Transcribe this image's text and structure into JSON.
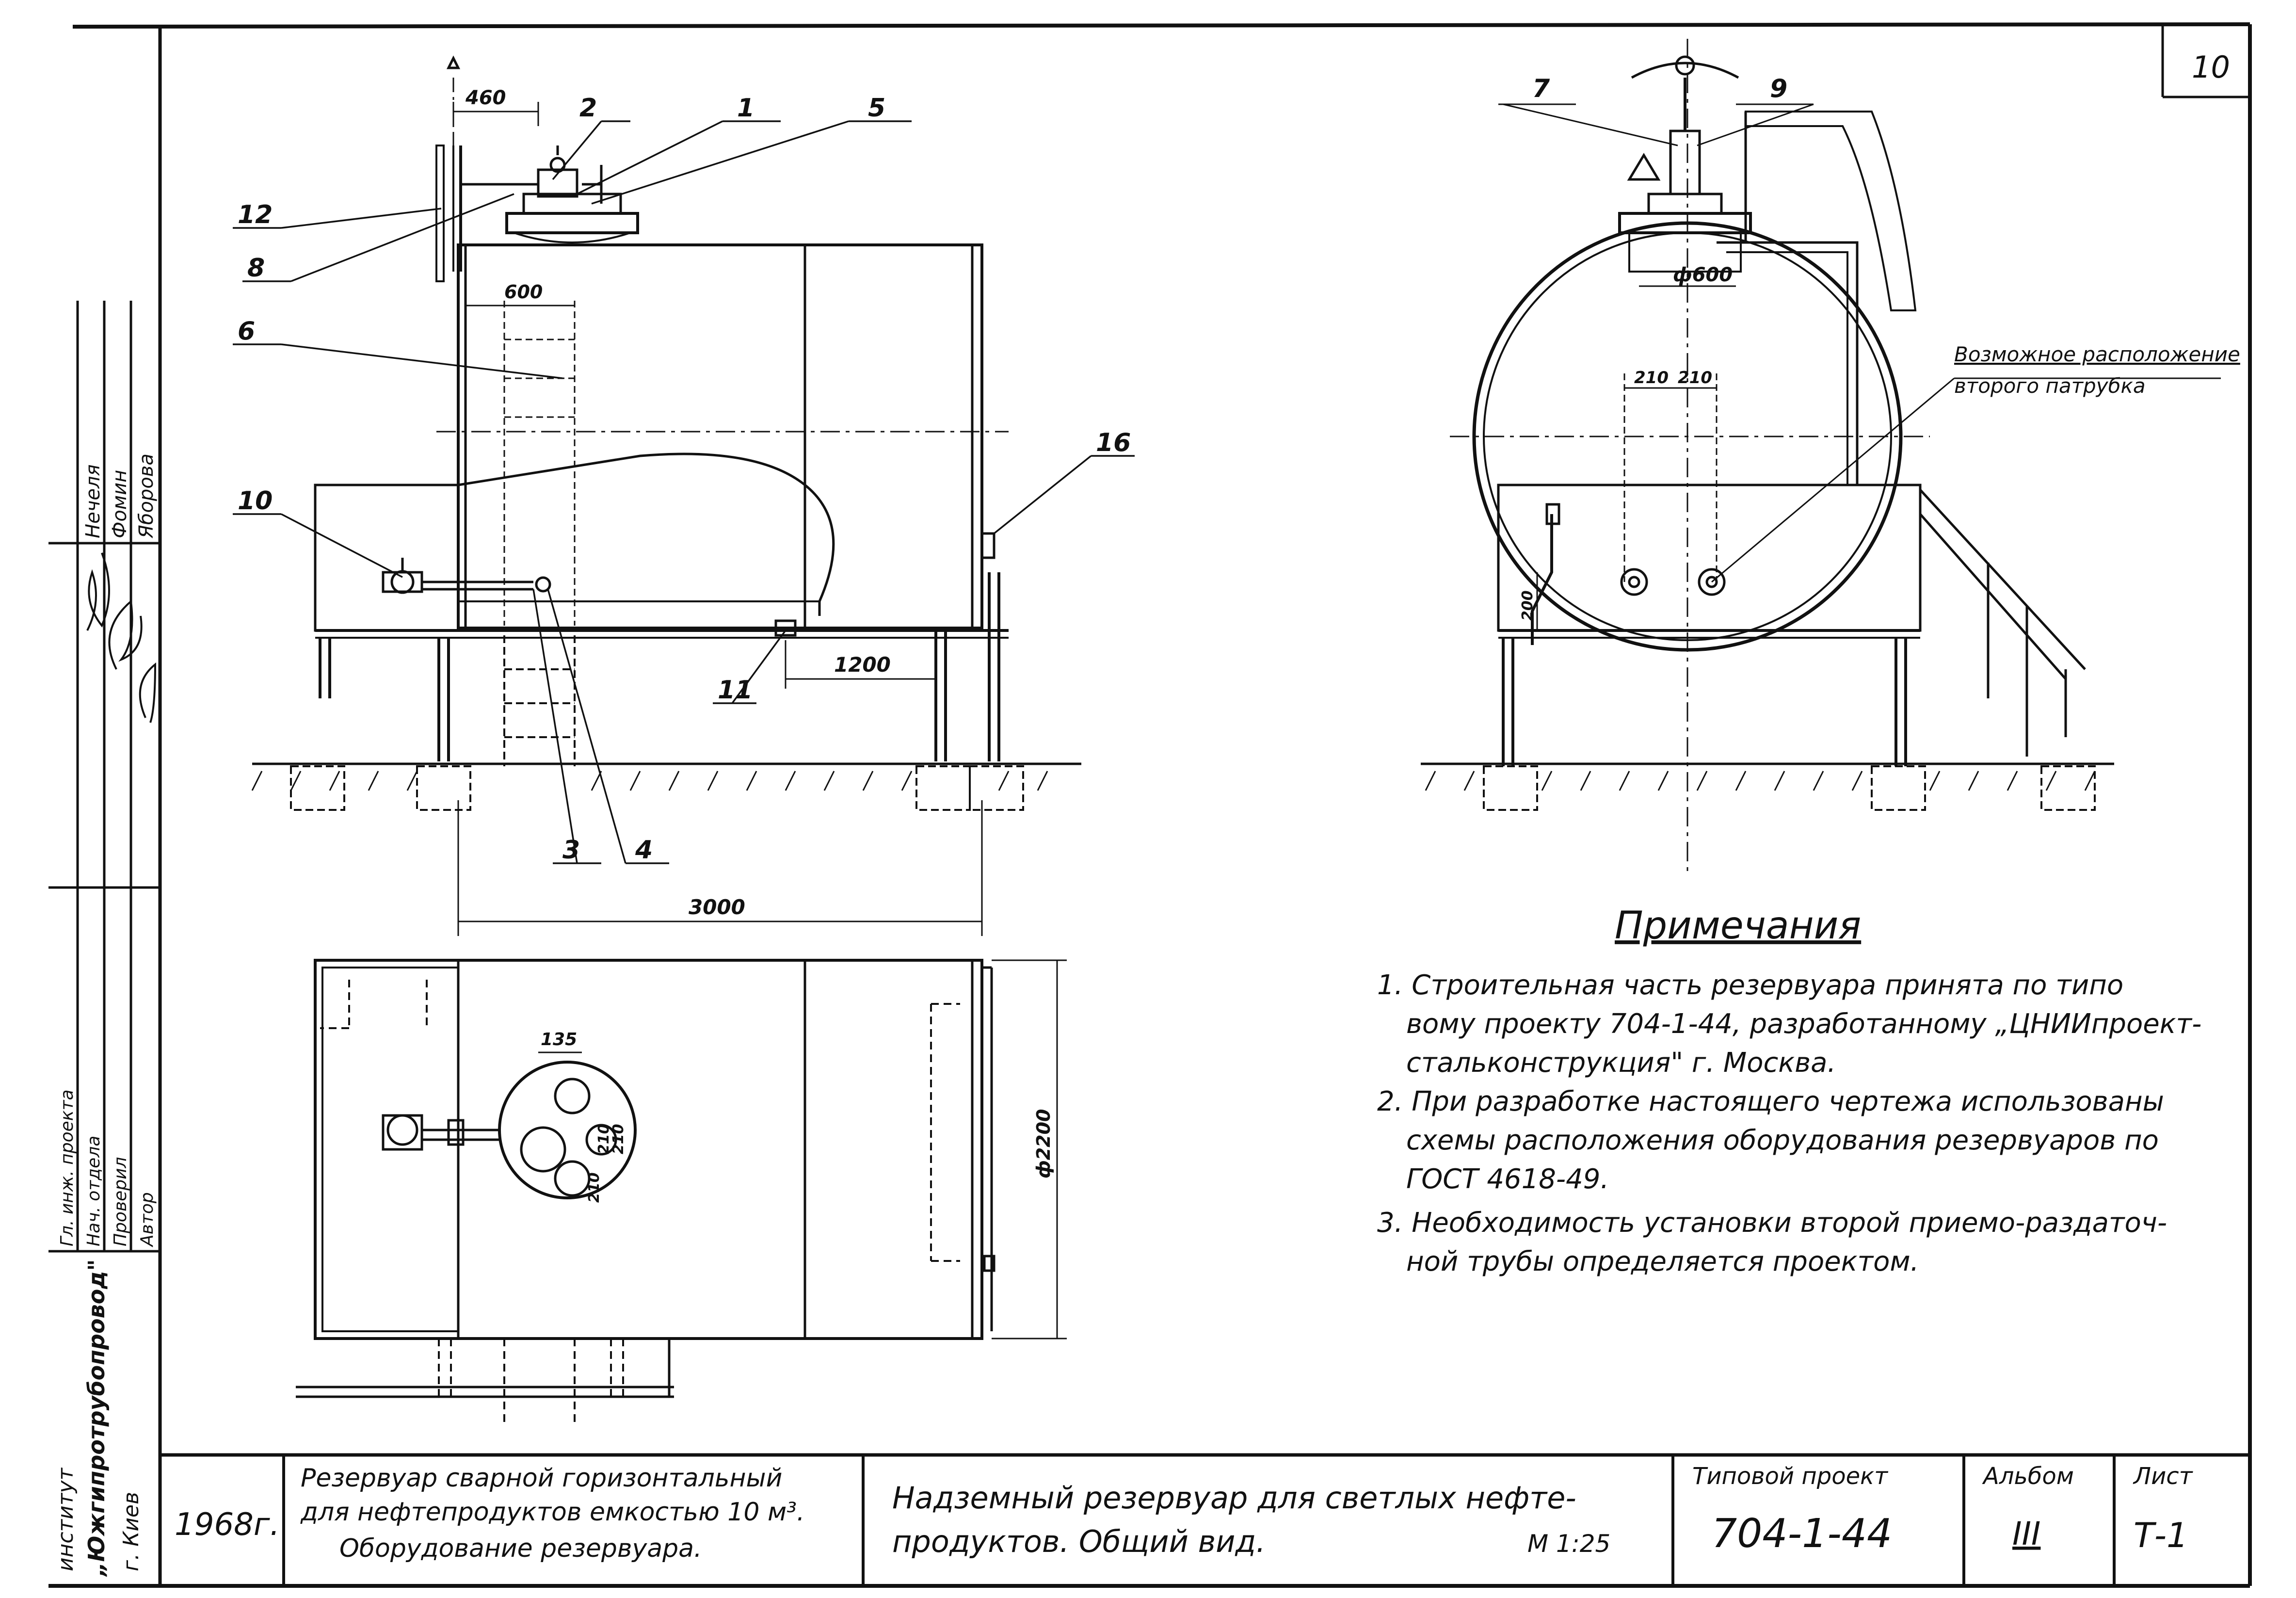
{
  "sheet": {
    "number": "10",
    "scale": "М 1:25"
  },
  "callouts": [
    "1",
    "2",
    "3",
    "4",
    "5",
    "6",
    "7",
    "8",
    "9",
    "10",
    "11",
    "12",
    "16"
  ],
  "dimensions": {
    "d460": "460",
    "d600_front": "600",
    "d3000": "3000",
    "d1200": "1200",
    "d600_side": "ф600",
    "d210a": "210",
    "d210b": "210",
    "d200": "200",
    "d135": "135",
    "d210_plan1": "210",
    "d210_plan2": "210",
    "d210_plan3": "210",
    "d2200": "ф2200"
  },
  "side_note": {
    "line1": "Возможное расположение",
    "line2": "второго патрубка"
  },
  "notes": {
    "title": "Примечания",
    "items": [
      "1. Строительная часть резервуара принята по типо",
      "вому проекту 704-1-44, разработанному „ЦНИИпроект-",
      "стальконструкция\" г. Москва.",
      "2. При разработке настоящего чертежа использованы",
      "схемы расположения оборудования резервуаров по",
      "ГОСТ 4618-49.",
      "3. Необходимость установки второй приемо-раздаточ-",
      "ной трубы определяется проектом."
    ]
  },
  "left_strip": {
    "institute_1": "институт",
    "institute_2": "„Южгипротрубопровод\"",
    "institute_3": "г. Киев",
    "roles": [
      "Гл. инж. проекта",
      "Нач. отдела",
      "Проверил",
      "Автор"
    ],
    "names": [
      "Нечеля",
      "Фомин",
      "Яборова"
    ]
  },
  "title_block": {
    "year": "1968г.",
    "desc_line1": "Резервуар сварной горизонтальный",
    "desc_line2": "для нефтепродуктов емкостью 10 м³.",
    "desc_line3": "Оборудование резервуара.",
    "title_line1": "Надземный резервуар для светлых нефте-",
    "title_line2": "продуктов. Общий вид.",
    "scale": "М 1:25",
    "project_label": "Типовой проект",
    "project_number": "704-1-44",
    "album_label": "Альбом",
    "album_value": "III",
    "sheet_label": "Лист",
    "sheet_value": "Т-1"
  }
}
